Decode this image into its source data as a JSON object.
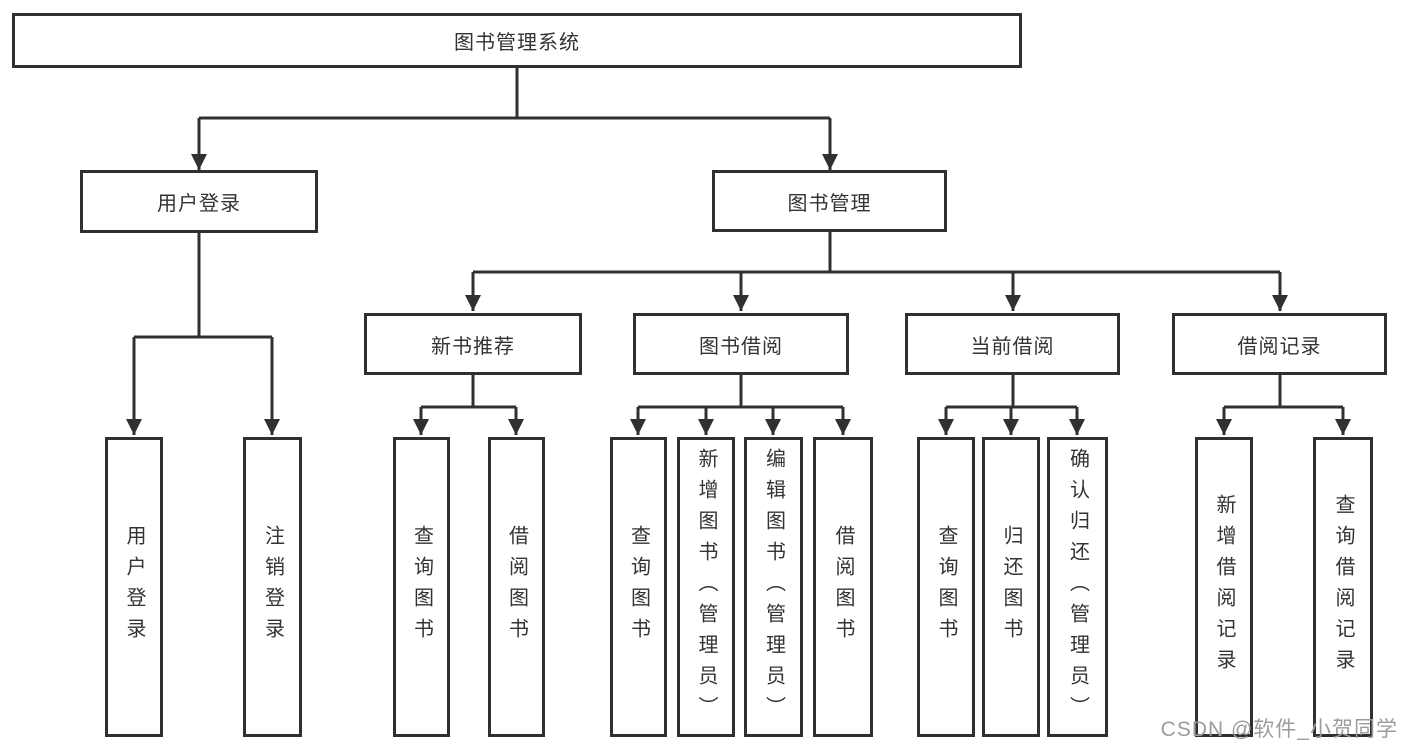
{
  "diagram": {
    "type": "tree",
    "root": {
      "label": "图书管理系统"
    },
    "branches": [
      {
        "label": "用户登录",
        "children": [
          {
            "label": "用户登录"
          },
          {
            "label": "注销登录"
          }
        ]
      },
      {
        "label": "图书管理",
        "children": [
          {
            "label": "新书推荐",
            "children": [
              {
                "label": "查询图书"
              },
              {
                "label": "借阅图书"
              }
            ]
          },
          {
            "label": "图书借阅",
            "children": [
              {
                "label": "查询图书"
              },
              {
                "label": "新增图书（管理员）"
              },
              {
                "label": "编辑图书（管理员）"
              },
              {
                "label": "借阅图书"
              }
            ]
          },
          {
            "label": "当前借阅",
            "children": [
              {
                "label": "查询图书"
              },
              {
                "label": "归还图书"
              },
              {
                "label": "确认归还（管理员）"
              }
            ]
          },
          {
            "label": "借阅记录",
            "children": [
              {
                "label": "新增借阅记录"
              },
              {
                "label": "查询借阅记录"
              }
            ]
          }
        ]
      }
    ]
  },
  "watermark": {
    "text": "CSDN @软件_小贺同学",
    "color": "#9c9c9c"
  },
  "colors": {
    "line": "#303030",
    "text": "#333333",
    "background": "#ffffff"
  }
}
